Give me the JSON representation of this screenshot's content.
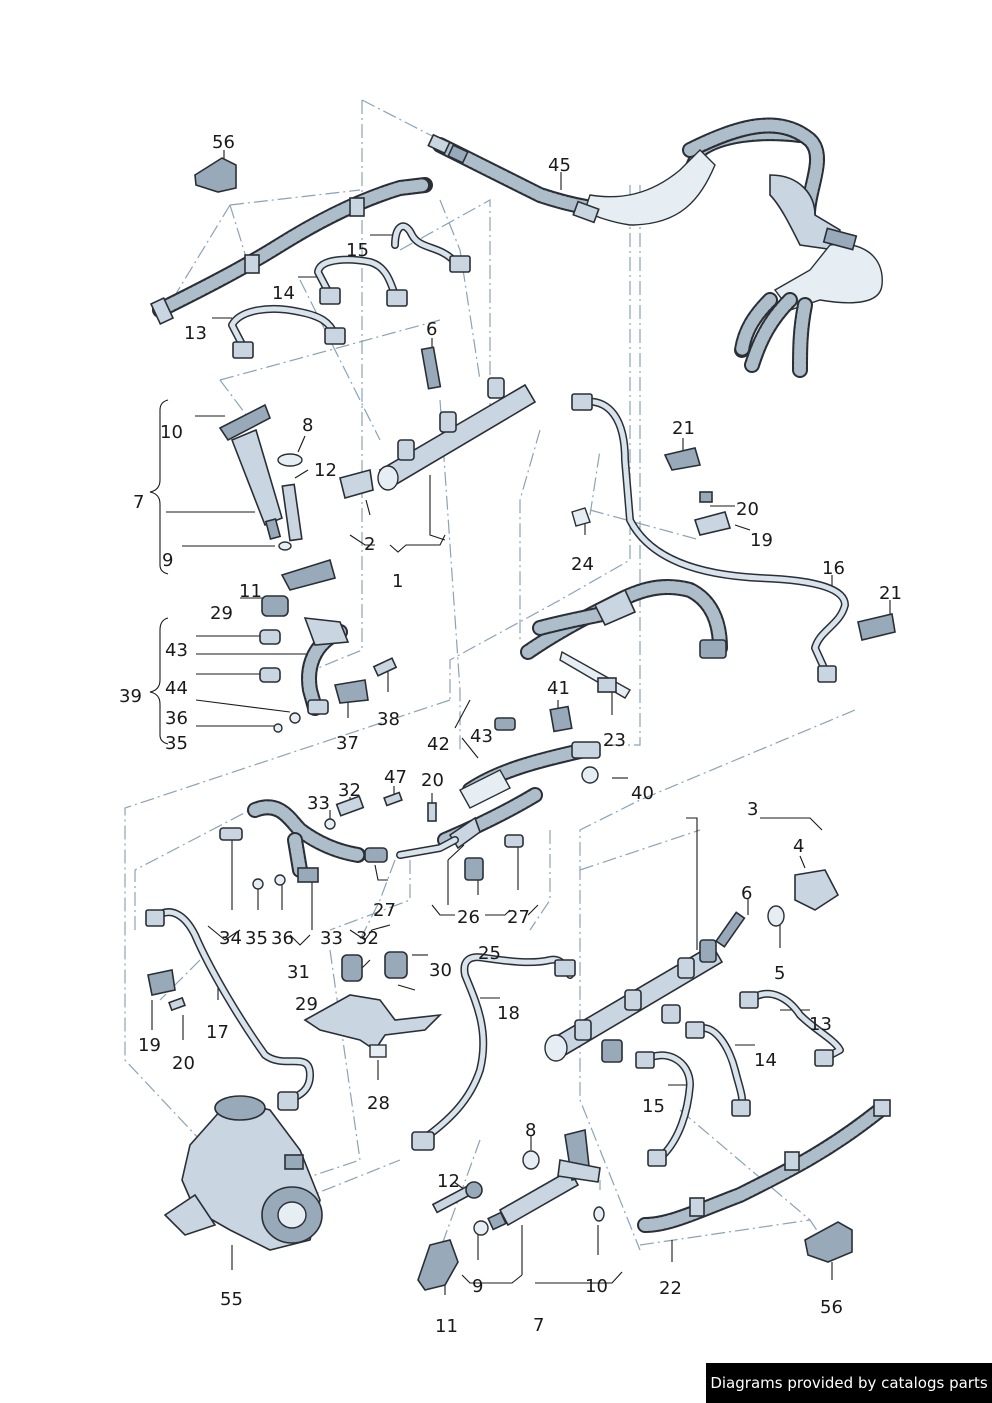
{
  "credit": "Diagrams provided by catalogs parts",
  "callouts": {
    "c56a": "56",
    "c45": "45",
    "c15a": "15",
    "c14a": "14",
    "c13a": "13",
    "c6a": "6",
    "c10a": "10",
    "c8a": "8",
    "c12a": "12",
    "c7a": "7",
    "c9a": "9",
    "c2": "2",
    "c1": "1",
    "c21a": "21",
    "c20a": "20",
    "c19a": "19",
    "c24": "24",
    "c16": "16",
    "c21b": "21",
    "c11a": "11",
    "c29a": "29",
    "c43a": "43",
    "c44": "44",
    "c39": "39",
    "c36a": "36",
    "c35a": "35",
    "c38": "38",
    "c37": "37",
    "c41": "41",
    "c23": "23",
    "c42": "42",
    "c43b": "43",
    "c40": "40",
    "c33a": "33",
    "c32a": "32",
    "c47": "47",
    "c20b": "20",
    "c3": "3",
    "c4": "4",
    "c6b": "6",
    "c5": "5",
    "c34": "34",
    "c35b": "35",
    "c36b": "36",
    "c33b": "33",
    "c32b": "32",
    "c27a": "27",
    "c26": "26",
    "c27b": "27",
    "c25": "25",
    "c31": "31",
    "c30": "30",
    "c29b": "29",
    "c18": "18",
    "c13b": "13",
    "c14b": "14",
    "c17": "17",
    "c19b": "19",
    "c20c": "20",
    "c28": "28",
    "c15b": "15",
    "c8b": "8",
    "c12b": "12",
    "c9b": "9",
    "c10b": "10",
    "c22": "22",
    "c55": "55",
    "c11b": "11",
    "c7b": "7",
    "c56b": "56"
  }
}
